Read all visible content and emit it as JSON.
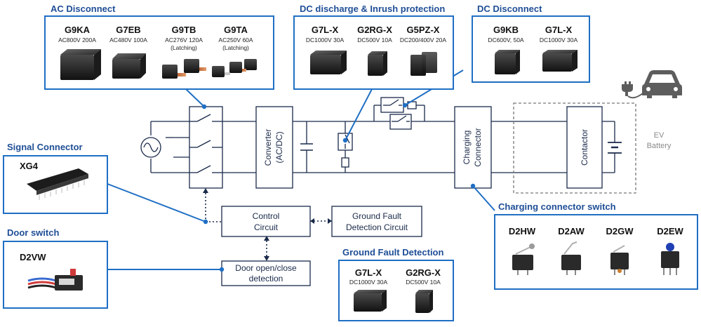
{
  "sections": {
    "ac_disconnect": {
      "title": "AC Disconnect",
      "products": [
        {
          "name": "G9KA",
          "spec": "AC800V 200A"
        },
        {
          "name": "G7EB",
          "spec": "AC480V 100A"
        },
        {
          "name": "G9TB",
          "spec": "AC276V 120A",
          "note": "(Latching)"
        },
        {
          "name": "G9TA",
          "spec": "AC250V  60A",
          "note": "(Latching)"
        }
      ]
    },
    "dc_discharge": {
      "title": "DC discharge & Inrush protection",
      "products": [
        {
          "name": "G7L-X",
          "spec": "DC1000V 30A"
        },
        {
          "name": "G2RG-X",
          "spec": "DC500V 10A"
        },
        {
          "name": "G5PZ-X",
          "spec": "DC200/400V 20A"
        }
      ]
    },
    "dc_disconnect": {
      "title": "DC Disconnect",
      "products": [
        {
          "name": "G9KB",
          "spec": "DC600V, 50A"
        },
        {
          "name": "G7L-X",
          "spec": "DC1000V 30A"
        }
      ]
    },
    "signal_connector": {
      "title": "Signal Connector",
      "products": [
        {
          "name": "XG4"
        }
      ]
    },
    "door_switch": {
      "title": "Door switch",
      "products": [
        {
          "name": "D2VW"
        }
      ]
    },
    "ground_fault": {
      "title": "Ground Fault Detection",
      "products": [
        {
          "name": "G7L-X",
          "spec": "DC1000V 30A"
        },
        {
          "name": "G2RG-X",
          "spec": "DC500V 10A"
        }
      ]
    },
    "charging_switch": {
      "title": "Charging connector switch",
      "products": [
        {
          "name": "D2HW"
        },
        {
          "name": "D2AW"
        },
        {
          "name": "D2GW"
        },
        {
          "name": "D2EW"
        }
      ]
    }
  },
  "blocks": {
    "converter": [
      "Converter",
      "(AC/DC)"
    ],
    "charging_connector": [
      "Charging",
      "Connector"
    ],
    "contactor": "Contactor",
    "control_circuit": [
      "Control",
      "Circuit"
    ],
    "ground_fault_circuit": [
      "Ground Fault",
      "Detection Circuit"
    ],
    "door_detection": [
      "Door open/close",
      "detection"
    ],
    "ev_battery": [
      "EV",
      "Battery"
    ]
  },
  "colors": {
    "accent": "#1f6fc4",
    "title": "#1f4e96",
    "line": "#1a2a4a",
    "battery_text": "#8a8a8a"
  },
  "icons": [
    "ac-source-icon",
    "ev-charging-car-icon",
    "relay-icon",
    "capacitor-icon",
    "battery-icon",
    "switch-icon",
    "connector-icon"
  ]
}
